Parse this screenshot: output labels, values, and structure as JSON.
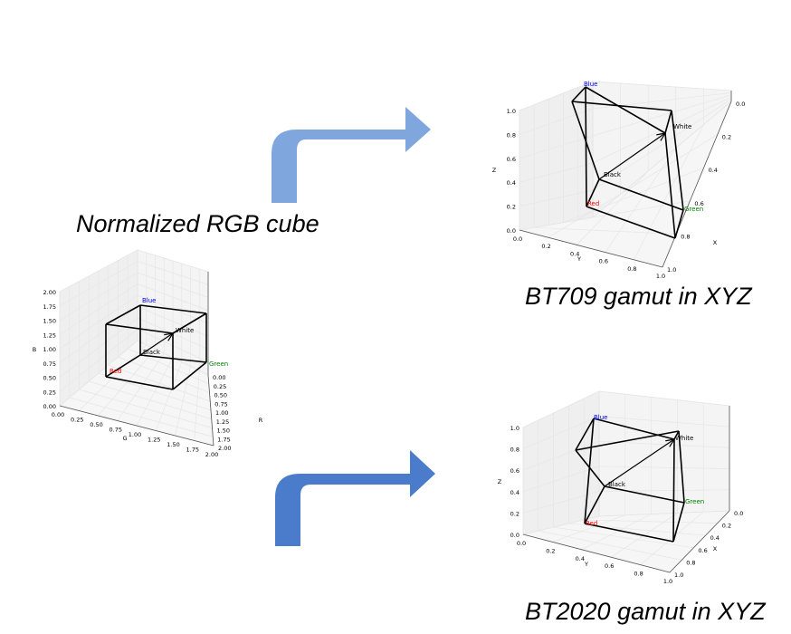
{
  "captions": {
    "rgb_cube": "Normalized RGB cube",
    "bt709": "BT709 gamut in XYZ",
    "bt2020": "BT2020 gamut in XYZ"
  },
  "colors": {
    "arrow_top": "#7fa7de",
    "arrow_bottom": "#4a7ccb",
    "red_label": "#ff0000",
    "green_label": "#008000",
    "blue_label": "#0000ff",
    "edge": "#000000"
  },
  "plots": {
    "rgb": {
      "axis_labels": {
        "x": "R",
        "y": "G",
        "z": "B"
      },
      "vertex_labels": {
        "black": "Black",
        "red": "Red",
        "green": "Green",
        "blue": "Blue",
        "white": "White"
      },
      "ticks_x": [
        "0.00",
        "0.25",
        "0.50",
        "0.75",
        "1.00",
        "1.25",
        "1.50",
        "1.75",
        "2.00"
      ],
      "ticks_y": [
        "0.00",
        "0.25",
        "0.50",
        "0.75",
        "1.00",
        "1.25",
        "1.50",
        "1.75",
        "2.00"
      ],
      "ticks_z": [
        "0.00",
        "0.25",
        "0.50",
        "0.75",
        "1.00",
        "1.25",
        "1.50",
        "1.75",
        "2.00"
      ]
    },
    "bt709": {
      "axis_labels": {
        "x": "X",
        "y": "Y",
        "z": "Z"
      },
      "vertex_labels": {
        "black": "Black",
        "red": "Red",
        "green": "Green",
        "blue": "Blue",
        "white": "White"
      },
      "ticks_x": [
        "0.0",
        "0.2",
        "0.4",
        "0.6",
        "0.8",
        "1.0"
      ],
      "ticks_y": [
        "0.0",
        "0.2",
        "0.4",
        "0.6",
        "0.8",
        "1.0"
      ],
      "ticks_z": [
        "0.0",
        "0.2",
        "0.4",
        "0.6",
        "0.8",
        "1.0"
      ]
    },
    "bt2020": {
      "axis_labels": {
        "x": "X",
        "y": "Y",
        "z": "Z"
      },
      "vertex_labels": {
        "black": "Black",
        "red": "Red",
        "green": "Green",
        "blue": "Blue",
        "white": "White"
      },
      "ticks_x": [
        "0.0",
        "0.2",
        "0.4",
        "0.6",
        "0.8",
        "1.0"
      ],
      "ticks_y": [
        "0.0",
        "0.2",
        "0.4",
        "0.6",
        "0.8",
        "1.0"
      ],
      "ticks_z": [
        "0.0",
        "0.2",
        "0.4",
        "0.6",
        "0.8",
        "1.0"
      ]
    }
  }
}
